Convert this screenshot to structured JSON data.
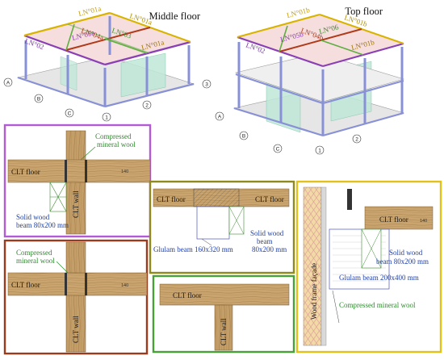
{
  "models": {
    "middle": {
      "title": "Middle floor",
      "labels": [
        "LN°01a",
        "LN°01a",
        "LN°02",
        "LN°05a",
        "LN°04a",
        "LN°03",
        "LN°01a"
      ]
    },
    "top": {
      "title": "Top floor",
      "labels": [
        "LN°01b",
        "LN°01b",
        "LN°02",
        "LN°05b",
        "LN°04b",
        "LN°06",
        "LN°01b"
      ]
    }
  },
  "axes": [
    "A",
    "B",
    "C",
    "1",
    "2",
    "3"
  ],
  "details": {
    "purple": {
      "floor_label": "CLT floor",
      "wall_label": "CLT wall",
      "wool_line1": "Compressed",
      "wool_line2": "mineral wool",
      "beam_line1": "Solid wood",
      "beam_line2": "beam 80x200 mm",
      "dim": "140"
    },
    "red": {
      "floor_label": "CLT floor",
      "wall_label": "CLT wall",
      "wool_line1": "Compressed",
      "wool_line2": "mineral wool",
      "dim": "140"
    },
    "olive": {
      "floor_label": "CLT floor",
      "glulam_label": "Glulam beam 160x320 mm",
      "beam_line1": "Solid wood",
      "beam_line2": "beam",
      "beam_line3": "80x200 mm"
    },
    "green": {
      "floor_label": "CLT floor",
      "wall_label": "CLT wall"
    },
    "yellow": {
      "floor_label": "CLT floor",
      "facade_label": "Wood frame façade",
      "beam_line1": "Solid wood",
      "beam_line2": "beam 80x200 mm",
      "glulam_label": "Glulam beam 200x400 mm",
      "wool_label": "Compressed mineral wool",
      "dim": "140"
    }
  }
}
